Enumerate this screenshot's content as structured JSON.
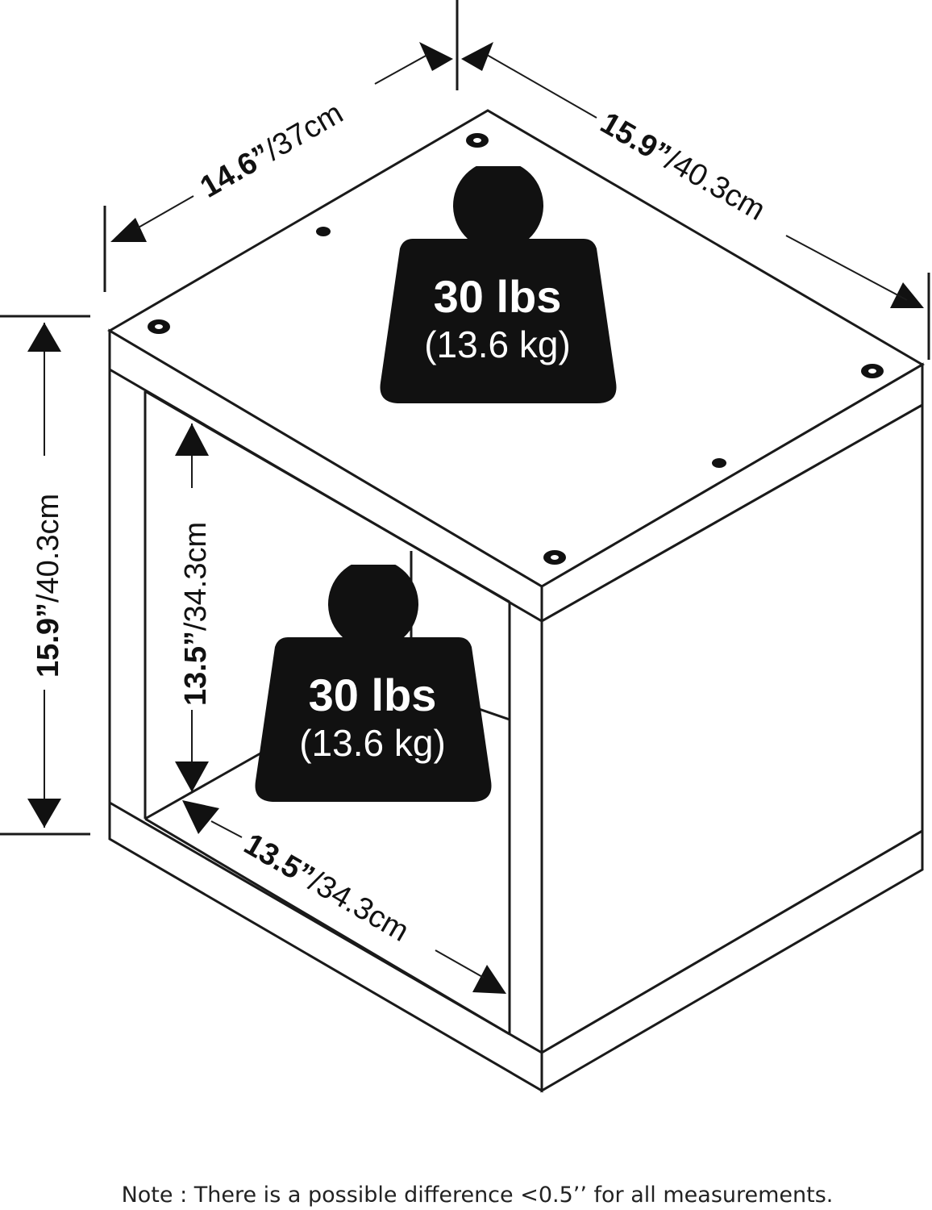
{
  "dimensions": {
    "top_width": {
      "primary": "14.6”",
      "secondary": "/37cm"
    },
    "top_depth": {
      "primary": "15.9”",
      "secondary": "/40.3cm"
    },
    "overall_height": {
      "primary": "15.9”",
      "secondary": "/40.3cm"
    },
    "inner_height": {
      "primary": "13.5”",
      "secondary": "/34.3cm"
    },
    "inner_depth": {
      "primary": "13.5”",
      "secondary": "/34.3cm"
    }
  },
  "weight_top": {
    "primary": "30 lbs",
    "secondary": "(13.6 kg)"
  },
  "weight_inner": {
    "primary": "30 lbs",
    "secondary": "(13.6 kg)"
  },
  "note": "Note : There is a possible difference <0.5’’ for all measurements.",
  "colors": {
    "line": "#1a1a1a",
    "weight_fill": "#111111",
    "background": "#ffffff"
  },
  "icons": [
    "weight-icon",
    "dimension-arrow-icon"
  ]
}
